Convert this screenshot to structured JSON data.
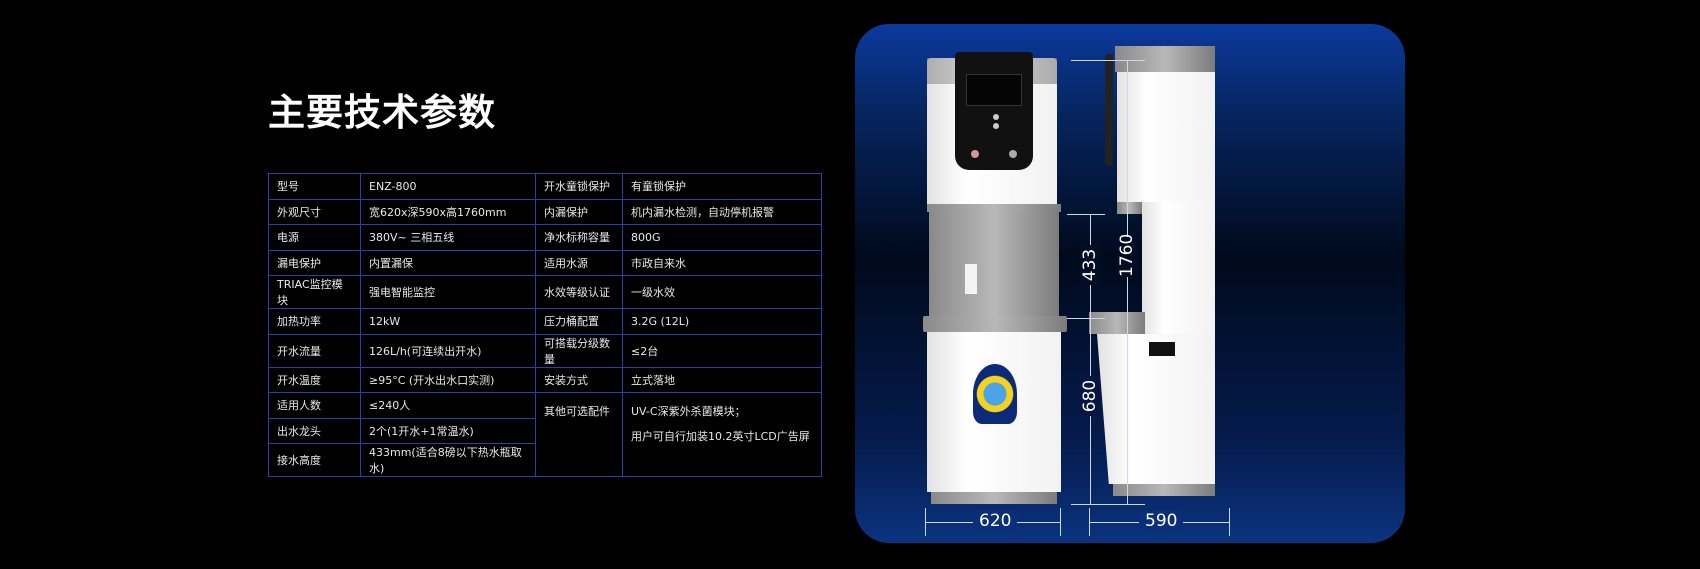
{
  "title": "主要技术参数",
  "specs": {
    "left": [
      {
        "k": "型号",
        "v": "ENZ-800"
      },
      {
        "k": "外观尺寸",
        "v": "宽620x深590x高1760mm"
      },
      {
        "k": "电源",
        "v": "380V~ 三相五线"
      },
      {
        "k": "漏电保护",
        "v": "内置漏保"
      },
      {
        "k": "TRIAC监控模块",
        "v": "强电智能监控"
      },
      {
        "k": "加热功率",
        "v": "12kW"
      },
      {
        "k": "开水流量",
        "v": "126L/h(可连续出开水)"
      },
      {
        "k": "开水温度",
        "v": "≥95°C (开水出水口实测)"
      },
      {
        "k": "适用人数",
        "v": "≤240人"
      },
      {
        "k": "出水龙头",
        "v": "2个(1开水+1常温水)"
      },
      {
        "k": "接水高度",
        "v": "433mm(适合8磅以下热水瓶取水)"
      }
    ],
    "right": [
      {
        "k": "开水童锁保护",
        "v": "有童锁保护"
      },
      {
        "k": "内漏保护",
        "v": "机内漏水检测，自动停机报警"
      },
      {
        "k": "净水标称容量",
        "v": "800G"
      },
      {
        "k": "适用水源",
        "v": "市政自来水"
      },
      {
        "k": "水效等级认证",
        "v": "一级水效"
      },
      {
        "k": "压力桶配置",
        "v": "3.2G (12L)"
      },
      {
        "k": "可搭载分级数量",
        "v": "≤2台"
      },
      {
        "k": "安装方式",
        "v": "立式落地"
      },
      {
        "k": "其他可选配件",
        "v1": "UV-C深紫外杀菌模块；",
        "v2": "用户可自行加装10.2英寸LCD广告屏"
      }
    ]
  },
  "dimensions": {
    "height": "1760",
    "tap_height": "433",
    "base_height": "680",
    "width": "620",
    "depth": "590"
  }
}
